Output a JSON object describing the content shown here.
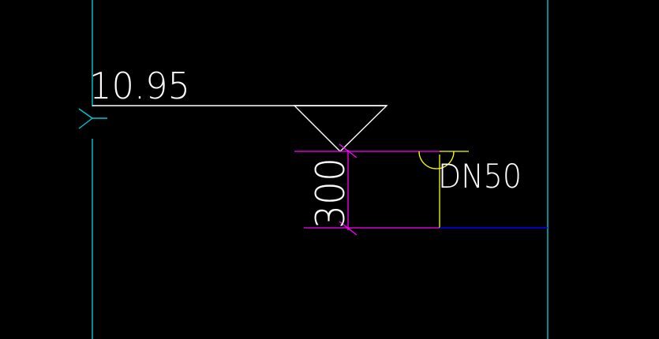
{
  "drawing": {
    "background": "#000000",
    "colors": {
      "grid_axis": "#00c8d2",
      "annotation": "#ffffff",
      "dimension": "#ff00ff",
      "pipe_note": "#ffff00",
      "pipe_line": "#0000ff"
    },
    "elevation_label": "10.95",
    "dimension_label": "300",
    "pipe_label": "DN50",
    "icons": {
      "elevation_marker": "elevation-triangle-icon",
      "axis_arrow": "axis-arrow-icon",
      "pipe_arc": "pipe-arc-icon"
    }
  }
}
